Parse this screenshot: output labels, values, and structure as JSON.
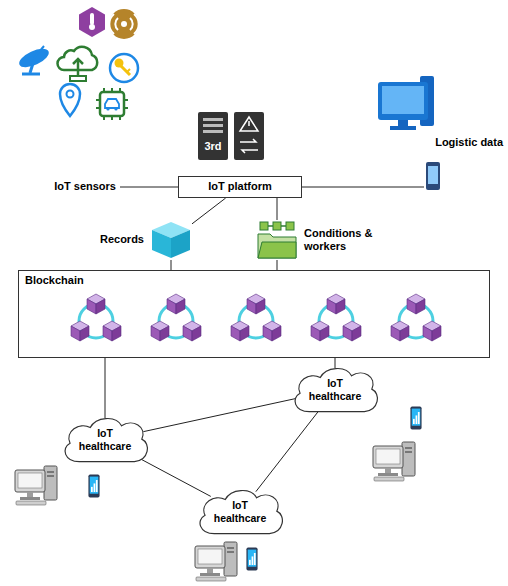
{
  "diagram": {
    "nodes": [
      {
        "text": [
          "IoT platform"
        ]
      },
      {
        "text": [
          "Records"
        ]
      },
      {
        "text": [
          "Conditions & workers"
        ]
      },
      {
        "text": [
          "Blockchain"
        ]
      },
      {
        "text": [
          "IoT healthcare"
        ]
      },
      {
        "text": [
          "IoT healthcare"
        ]
      },
      {
        "text": [
          "IoT healthcare"
        ]
      }
    ],
    "edges": [
      {
        "from": 0,
        "to": 1,
        "arrow": "none"
      },
      {
        "from": 0,
        "to": 2,
        "arrow": "none"
      },
      {
        "from": 1,
        "to": 3,
        "arrow": "none"
      },
      {
        "from": 2,
        "to": 3,
        "arrow": "none"
      },
      {
        "from": 3,
        "to": 4,
        "arrow": "none"
      },
      {
        "from": 3,
        "to": 5,
        "arrow": "none"
      },
      {
        "from": 4,
        "to": 5,
        "arrow": "none"
      },
      {
        "from": 4,
        "to": 6,
        "arrow": "none"
      },
      {
        "from": 5,
        "to": 6,
        "arrow": "none"
      }
    ],
    "labels": [
      "IoT sensors",
      "Logistic data",
      "3rd"
    ]
  }
}
